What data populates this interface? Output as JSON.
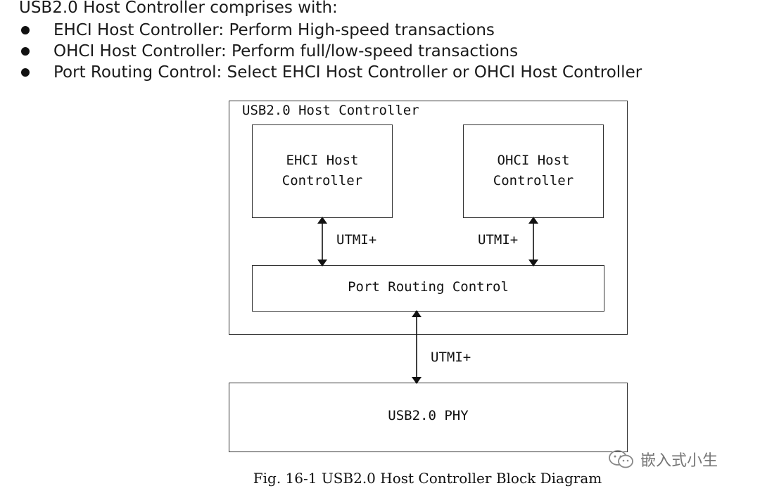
{
  "intro": "USB2.0 Host Controller comprises with:",
  "bullets": [
    "EHCI Host Controller: Perform High-speed transactions",
    "OHCI Host Controller: Perform full/low-speed transactions",
    "Port Routing Control: Select EHCI Host Controller or OHCI Host Controller"
  ],
  "diagram": {
    "outer_label": "USB2.0 Host Controller",
    "ehci_label": "EHCI Host\nController",
    "ohci_label": "OHCI Host\nController",
    "port_routing_label": "Port Routing Control",
    "phy_label": "USB2.0 PHY",
    "utmi_left": "UTMI+",
    "utmi_right": "UTMI+",
    "utmi_bottom": "UTMI+"
  },
  "caption": "Fig. 16-1 USB2.0 Host Controller Block Diagram",
  "watermark": {
    "text": "嵌入式小生",
    "icon": "wechat-icon"
  },
  "colors": {
    "text": "#1a1a1a",
    "box_border": "#333333",
    "watermark": "#777777"
  }
}
